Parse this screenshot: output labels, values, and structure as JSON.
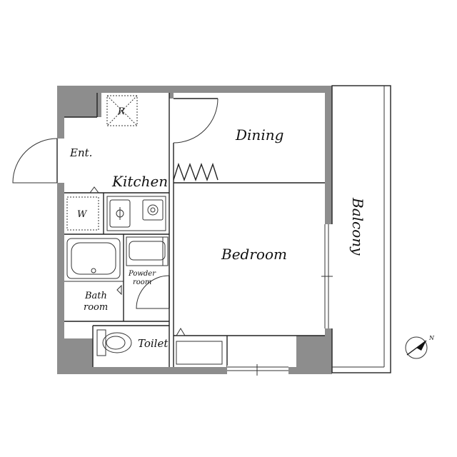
{
  "floorplan": {
    "rooms": {
      "entrance": "Ent.",
      "refrigerator": "R",
      "kitchen": "Kitchen",
      "washer": "W",
      "dining": "Dining",
      "bedroom": "Bedroom",
      "powder_line1": "Powder",
      "powder_line2": "room",
      "bath_line1": "Bath",
      "bath_line2": "room",
      "toilet": "Toilet",
      "balcony": "Balcony"
    },
    "compass_label": "N"
  }
}
